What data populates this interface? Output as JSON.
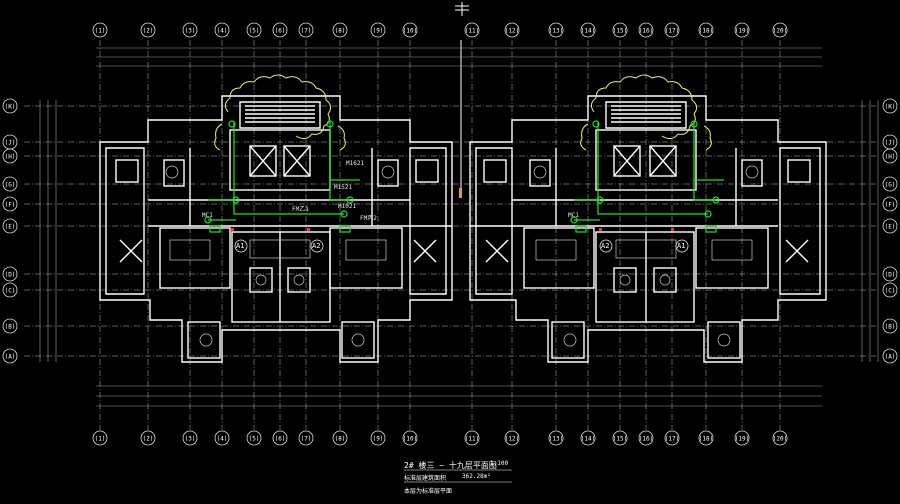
{
  "colors": {
    "background": "#000000",
    "walls": "#ffffff",
    "grid": "#c8c8c8",
    "dims": "#9a9a9a",
    "cloud": "#f2f26a",
    "green": "#19e61e",
    "accent_orange": "#e0a020",
    "accent_red": "#ff3030"
  },
  "grid_axes": {
    "top": [
      "(1)",
      "(2)",
      "(3)",
      "(4)",
      "(5)",
      "(6)",
      "(7)",
      "(8)",
      "(9)",
      "(10)",
      "(11)",
      "(12)",
      "(13)",
      "(14)",
      "(15)",
      "(16)",
      "(17)",
      "(18)",
      "(19)",
      "(20)"
    ],
    "bottom": [
      "(1)",
      "(2)",
      "(3)",
      "(4)",
      "(5)",
      "(6)",
      "(7)",
      "(8)",
      "(9)",
      "(10)",
      "(11)",
      "(12)",
      "(13)",
      "(14)",
      "(15)",
      "(16)",
      "(17)",
      "(18)",
      "(19)",
      "(20)"
    ],
    "left": [
      "(K)",
      "(J)",
      "(H)",
      "(G)",
      "(F)",
      "(E)",
      "(D)",
      "(C)",
      "(B)",
      "(A)"
    ],
    "right": [
      "(K)",
      "(J)",
      "(H)",
      "(G)",
      "(F)",
      "(E)",
      "(D)",
      "(C)",
      "(B)",
      "(A)"
    ]
  },
  "room_tags": [
    "A1",
    "A2",
    "A2",
    "A1"
  ],
  "door_tags": [
    "M1621",
    "M1521",
    "M1021",
    "FM乙1",
    "FM丙2",
    "MC1",
    "MC1"
  ],
  "title_block": {
    "title": "2# 楼三 ~ 十九层平面图",
    "scale": "1:100",
    "area_label": "标准层建筑面积",
    "area_value": "362.28m²",
    "note": "本层为标准层平面"
  }
}
